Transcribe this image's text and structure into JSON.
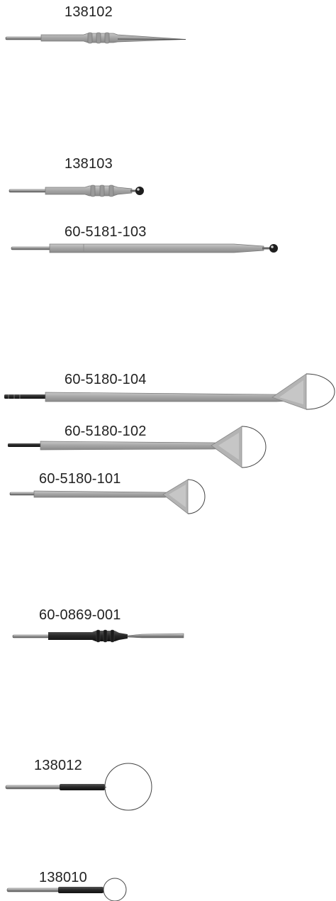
{
  "items": [
    {
      "id": "138102",
      "label": "138102",
      "style": "needle"
    },
    {
      "id": "138103",
      "label": "138103",
      "style": "ball-short"
    },
    {
      "id": "60-5181-103",
      "label": "60-5181-103",
      "style": "ball-long"
    },
    {
      "id": "60-5180-104",
      "label": "60-5180-104",
      "style": "blade-large"
    },
    {
      "id": "60-5180-102",
      "label": "60-5180-102",
      "style": "blade-medium"
    },
    {
      "id": "60-5180-101",
      "label": "60-5180-101",
      "style": "blade-small"
    },
    {
      "id": "60-0869-001",
      "label": "60-0869-001",
      "style": "flat-blade"
    },
    {
      "id": "138012",
      "label": "138012",
      "style": "loop-large"
    },
    {
      "id": "138010",
      "label": "138010",
      "style": "loop-small"
    }
  ],
  "colors": {
    "text": "#222222",
    "handle_gray": "#a8a8a8",
    "handle_dark": "#2c2c2c",
    "metal": "#8a8a8a",
    "wire": "#555555"
  }
}
